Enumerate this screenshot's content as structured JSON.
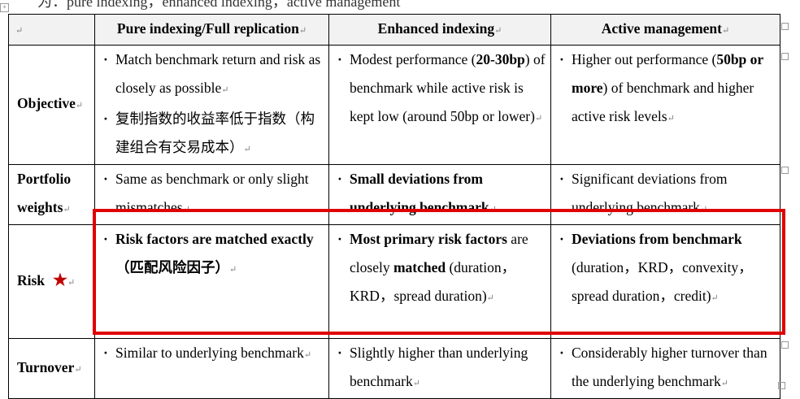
{
  "top_text": "为：pure indexing，enhanced indexing，active management",
  "paragraph_mark": "↵",
  "table_anchor_symbol": "+",
  "headers": {
    "corner": "",
    "pure": "Pure indexing/Full replication",
    "enhanced": "Enhanced indexing",
    "active": "Active management"
  },
  "rows": {
    "objective": {
      "label": "Objective",
      "pure": [
        "Match benchmark return and risk as closely as possible",
        "复制指数的收益率低于指数（构建组合有交易成本）"
      ],
      "enhanced": {
        "pre": "Modest performance (",
        "bold": "20-30bp",
        "post": ") of benchmark while active risk is kept low (around 50bp or lower)"
      },
      "active": {
        "pre": "Higher out performance (",
        "bold": "50bp or more",
        "post": ") of benchmark and higher active risk levels"
      }
    },
    "weights": {
      "label": "Portfolio weights",
      "pure": "Same as benchmark or only slight mismatches",
      "enhanced": "Small deviations from underlying benchmark",
      "active": "Significant deviations from underlying benchmark"
    },
    "risk": {
      "label": "Risk",
      "star": "★",
      "pure": "Risk factors are matched exactly（匹配风险因子）",
      "enhanced": {
        "bold1": "Most primary risk factors",
        "mid": " are closely ",
        "bold2": "matched",
        "post": " (duration，KRD，spread duration)"
      },
      "active": {
        "bold": "Deviations from benchmark",
        "post": " (duration，KRD，convexity，spread duration，credit)"
      }
    },
    "turnover": {
      "label": "Turnover",
      "pure": "Similar to underlying benchmark",
      "enhanced": "Slightly higher than underlying benchmark",
      "active": "Considerably higher turnover than the underlying benchmark"
    }
  },
  "colors": {
    "highlight": "#e00000",
    "star": "#c00000",
    "header_bg": "#f2f2f2"
  }
}
